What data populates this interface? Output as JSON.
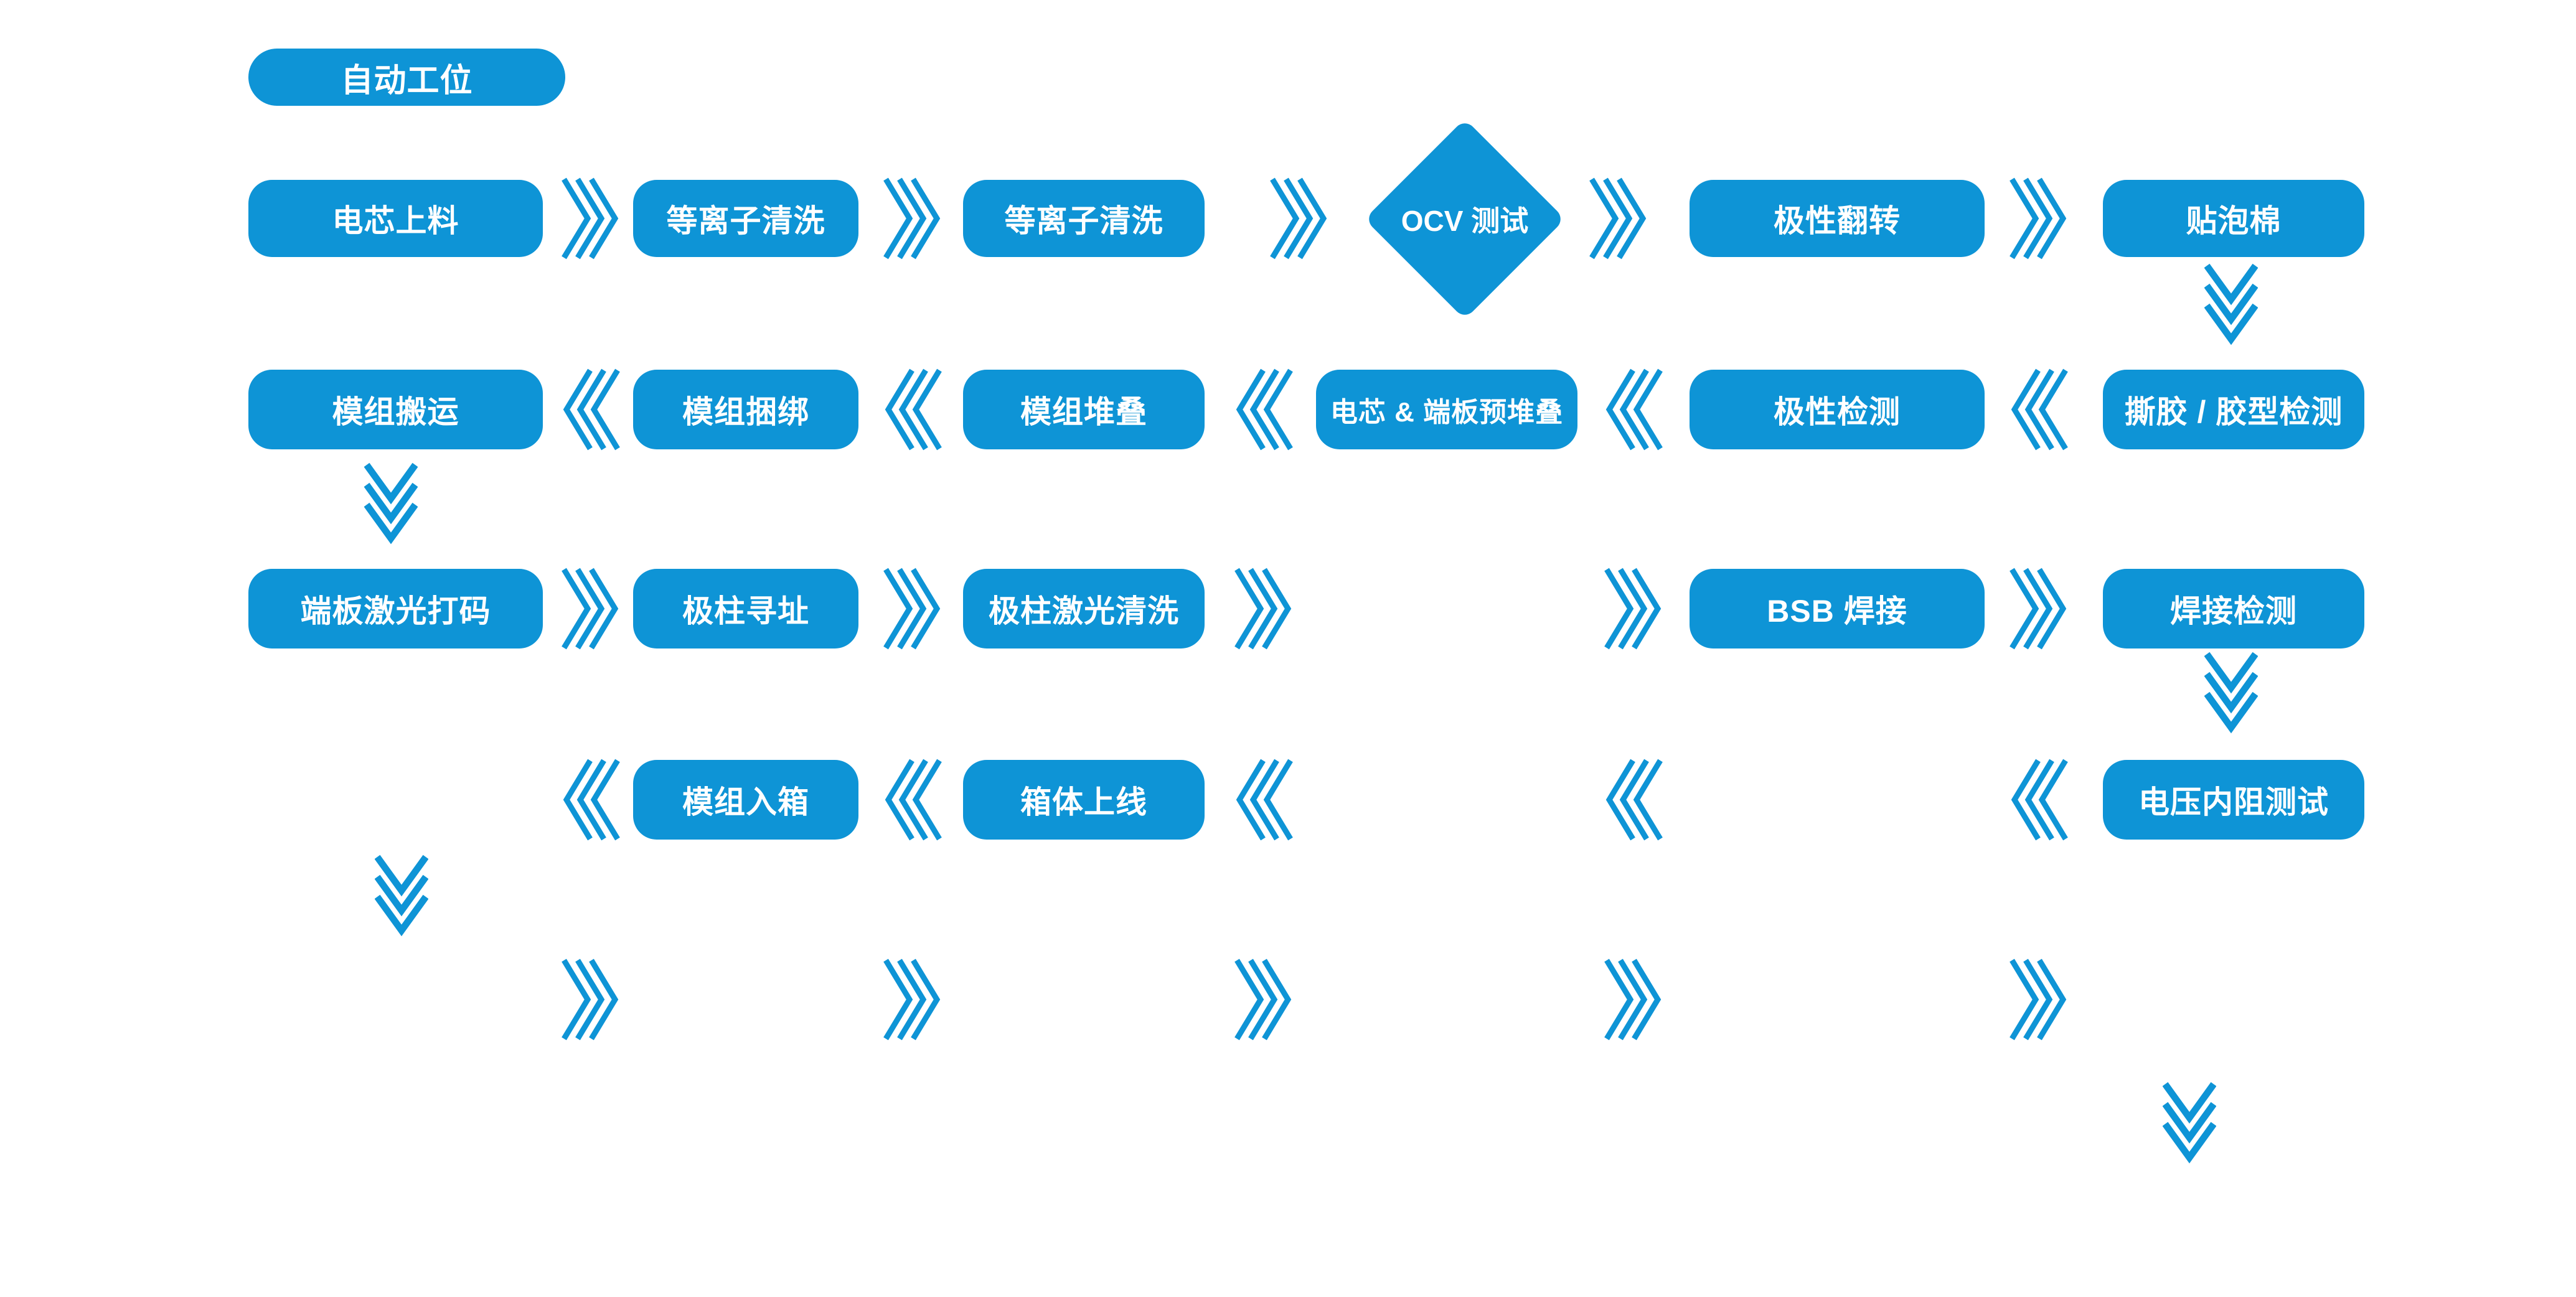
{
  "colors": {
    "accent": "#0E94D6",
    "text_on_accent": "#FFFFFF",
    "background": "#FFFFFF"
  },
  "legend": {
    "label": "自动工位"
  },
  "stations": {
    "row1": [
      "电芯上料",
      "等离子清洗",
      "等离子清洗",
      "OCV 测试",
      "极性翻转",
      "贴泡棉"
    ],
    "row2": [
      "模组搬运",
      "模组捆绑",
      "模组堆叠",
      "电芯 & 端板预堆叠",
      "极性检测",
      "撕胶 / 胶型检测"
    ],
    "row3": [
      "端板激光打码",
      "极柱寻址",
      "极柱激光清洗",
      "BSB 焊接",
      "焊接检测"
    ],
    "row4": [
      "模组入箱",
      "箱体上线",
      "电压内阻测试"
    ]
  },
  "icons": {
    "chevron-right-icon": "》",
    "chevron-left-icon": "《",
    "chevron-down-icon": "︾"
  }
}
